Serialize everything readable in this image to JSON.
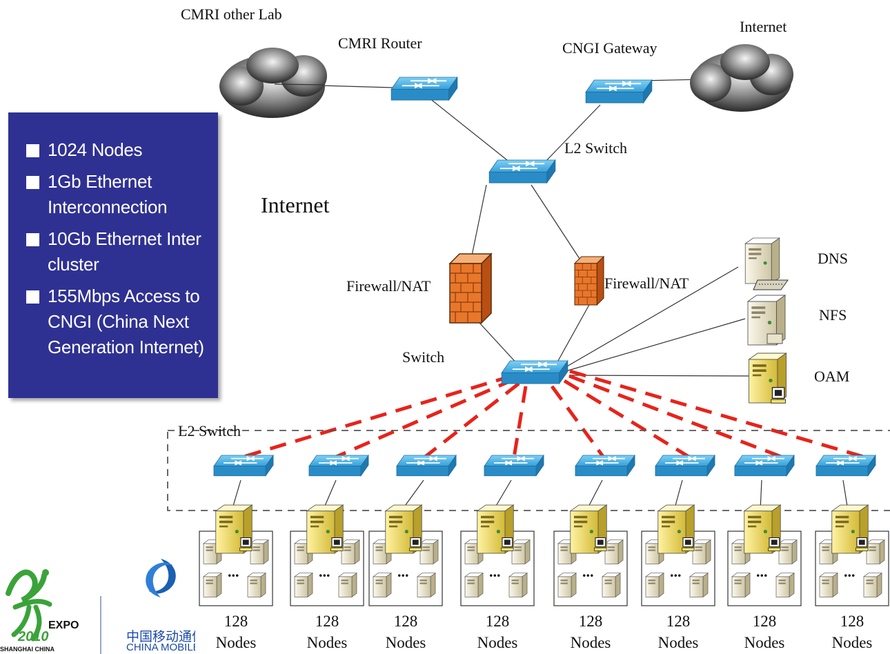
{
  "labels": {
    "cmri_other_lab": "CMRI other Lab",
    "cmri_router": "CMRI Router",
    "cngi_gateway": "CNGI Gateway",
    "internet_top": "Internet",
    "l2_switch_top": "L2 Switch",
    "internet_mid": "Internet",
    "firewall_left": "Firewall/NAT",
    "firewall_right": "Firewall/NAT",
    "switch": "Switch",
    "dns": "DNS",
    "nfs": "NFS",
    "oam": "OAM",
    "l2_switch_group": "L2 Switch"
  },
  "info_box": {
    "items": [
      "1024 Nodes",
      "1Gb Ethernet Interconnection",
      "10Gb Ethernet Inter cluster",
      "155Mbps Access to CNGI (China Next Generation Internet)"
    ]
  },
  "clusters": [
    {
      "count": "128",
      "unit": "Nodes",
      "dots": "..."
    },
    {
      "count": "128",
      "unit": "Nodes",
      "dots": "..."
    },
    {
      "count": "128",
      "unit": "Nodes",
      "dots": "..."
    },
    {
      "count": "128",
      "unit": "Nodes",
      "dots": "..."
    },
    {
      "count": "128",
      "unit": "Nodes",
      "dots": "..."
    },
    {
      "count": "128",
      "unit": "Nodes",
      "dots": "..."
    },
    {
      "count": "128",
      "unit": "Nodes",
      "dots": "..."
    },
    {
      "count": "128",
      "unit": "Nodes",
      "dots": "..."
    }
  ],
  "logos": {
    "expo_text": "EXPO",
    "expo_year": "2010",
    "expo_sub": "SHANGHAI CHINA",
    "china_mobile_cn": "中国移动通信",
    "china_mobile_en": "CHINA MOBILE"
  },
  "colors": {
    "switch_blue": "#3a9fd8",
    "firewall_orange": "#e8772a",
    "info_box_bg": "#2f3192",
    "dashed_link_red": "#e8231a",
    "server_yellow": "#e9d75a",
    "server_beige": "#e9e3c9"
  }
}
